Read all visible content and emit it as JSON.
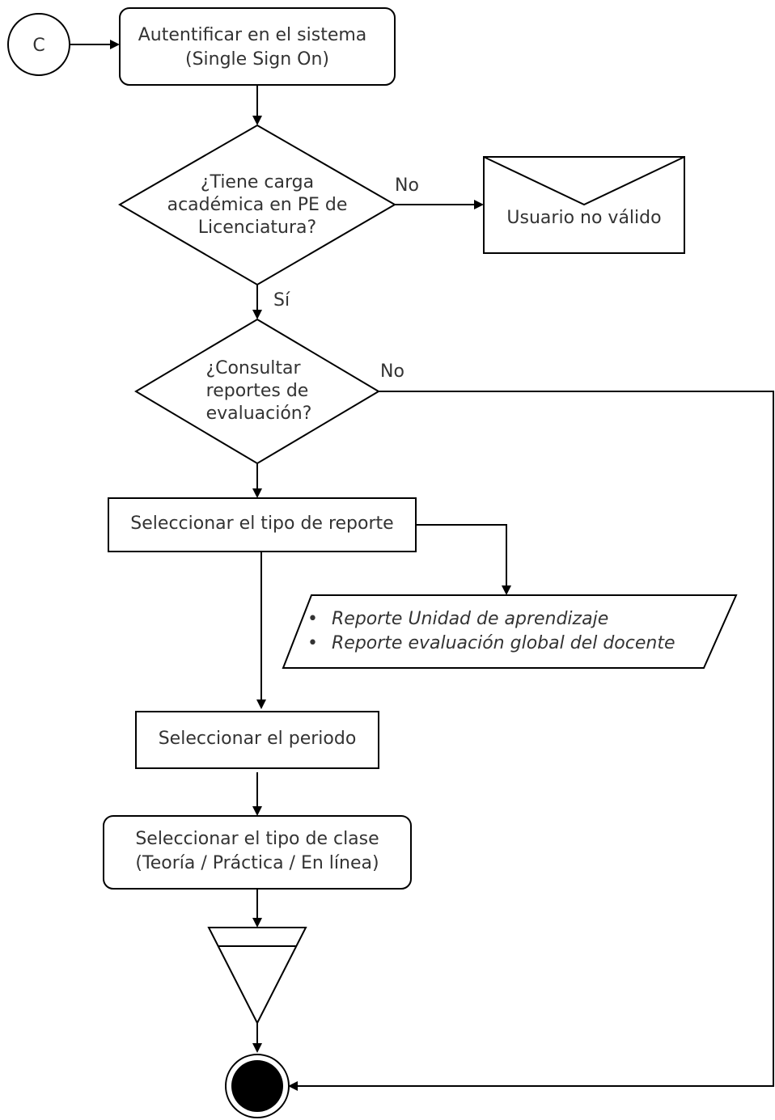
{
  "connector": {
    "label": "C"
  },
  "nodes": {
    "authenticate": {
      "line1": "Autentificar en el sistema",
      "line2": "(Single Sign On)"
    },
    "decision_load": {
      "line1": "¿Tiene carga",
      "line2": "académica en PE de",
      "line3": "Licenciatura?"
    },
    "invalid_user": {
      "label": "Usuario no válido"
    },
    "decision_reports": {
      "line1": "¿Consultar",
      "line2": "reportes de",
      "line3": "evaluación?"
    },
    "select_report_type": {
      "label": "Seleccionar el tipo de reporte"
    },
    "report_options": {
      "bullet": "•",
      "items": [
        "Reporte Unidad de aprendizaje",
        "Reporte evaluación global del docente"
      ]
    },
    "select_period": {
      "label": "Seleccionar el periodo"
    },
    "select_class_type": {
      "line1": "Seleccionar el tipo de clase",
      "line2": "(Teoría / Práctica / En línea)"
    }
  },
  "edges": {
    "no_label_1": "No",
    "yes_label": "Sí",
    "no_label_2": "No"
  }
}
